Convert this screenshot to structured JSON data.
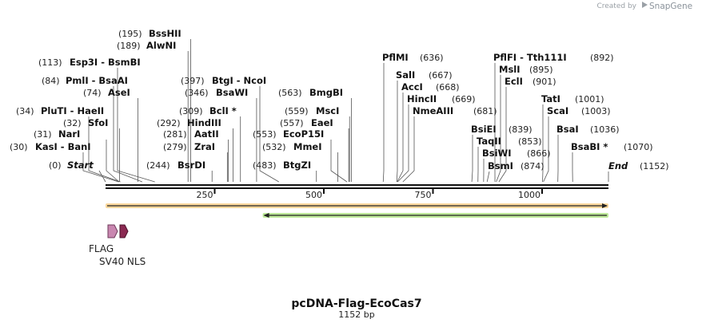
{
  "watermark": {
    "created_by": "Created by",
    "brand": "SnapGene"
  },
  "map": {
    "title": "pcDNA-Flag-EcoCas7",
    "subtitle": "1152 bp",
    "length": 1152,
    "ticks": [
      {
        "pos": 250,
        "label": "250"
      },
      {
        "pos": 500,
        "label": "500"
      },
      {
        "pos": 750,
        "label": "750"
      },
      {
        "pos": 1000,
        "label": "1000"
      }
    ],
    "sites": [
      {
        "id": "start",
        "side": "left",
        "num": "(0)",
        "name": "Start",
        "italic": true,
        "pos": 0
      },
      {
        "id": "kasi",
        "side": "left",
        "num": "(30)",
        "name": "KasI  - BanI",
        "pos": 30
      },
      {
        "id": "nari",
        "side": "left",
        "num": "(31)",
        "name": "NarI",
        "pos": 31
      },
      {
        "id": "sfoi",
        "side": "left",
        "num": "(32)",
        "name": "SfoI",
        "pos": 32
      },
      {
        "id": "plutI",
        "side": "left",
        "num": "(34)",
        "name": "PluTI  - HaeII",
        "pos": 34
      },
      {
        "id": "asei",
        "side": "left",
        "num": "(74)",
        "name": "AseI",
        "pos": 74
      },
      {
        "id": "pmli",
        "side": "left",
        "num": "(84)",
        "name": "PmlI  - BsaAI",
        "pos": 84
      },
      {
        "id": "esp3i",
        "side": "left",
        "num": "(113)",
        "name": "Esp3I  - BsmBI",
        "pos": 113
      },
      {
        "id": "alwni",
        "side": "left",
        "num": "(189)",
        "name": "AlwNI",
        "pos": 189
      },
      {
        "id": "bsshii",
        "side": "left",
        "num": "(195)",
        "name": "BssHII",
        "pos": 195
      },
      {
        "id": "bsrdi",
        "side": "left",
        "num": "(244)",
        "name": "BsrDI",
        "pos": 244
      },
      {
        "id": "zrai",
        "side": "left",
        "num": "(279)",
        "name": "ZraI",
        "pos": 279
      },
      {
        "id": "aatii",
        "side": "left",
        "num": "(281)",
        "name": "AatII",
        "pos": 281
      },
      {
        "id": "hindiii",
        "side": "left",
        "num": "(292)",
        "name": "HindIII",
        "pos": 292
      },
      {
        "id": "bcli",
        "side": "left",
        "num": "(309)",
        "name": "BclI *",
        "pos": 309
      },
      {
        "id": "bsawi",
        "side": "left",
        "num": "(346)",
        "name": "BsaWI",
        "pos": 346
      },
      {
        "id": "btgi",
        "side": "left",
        "num": "(397)",
        "name": "BtgI  - NcoI",
        "pos": 397
      },
      {
        "id": "btgzi",
        "side": "left",
        "num": "(483)",
        "name": "BtgZI",
        "pos": 483
      },
      {
        "id": "mmei",
        "side": "left",
        "num": "(532)",
        "name": "MmeI",
        "pos": 532
      },
      {
        "id": "ecop15i",
        "side": "left",
        "num": "(553)",
        "name": "EcoP15I",
        "pos": 553
      },
      {
        "id": "eaei",
        "side": "left",
        "num": "(557)",
        "name": "EaeI",
        "pos": 557
      },
      {
        "id": "msci",
        "side": "left",
        "num": "(559)",
        "name": "MscI",
        "pos": 559
      },
      {
        "id": "bmgbi",
        "side": "left",
        "num": "(563)",
        "name": "BmgBI",
        "pos": 563
      },
      {
        "id": "pflmi",
        "side": "right",
        "num": "(636)",
        "name": "PflMI",
        "pos": 636
      },
      {
        "id": "sali",
        "side": "right",
        "num": "(667)",
        "name": "SalI",
        "pos": 667
      },
      {
        "id": "acci",
        "side": "right",
        "num": "(668)",
        "name": "AccI",
        "pos": 668
      },
      {
        "id": "hincii",
        "side": "right",
        "num": "(669)",
        "name": "HincII",
        "pos": 669
      },
      {
        "id": "nmeaiii",
        "side": "right",
        "num": "(681)",
        "name": "NmeAIII",
        "pos": 681
      },
      {
        "id": "bsiei",
        "side": "right",
        "num": "(839)",
        "name": "BsiEI",
        "pos": 839
      },
      {
        "id": "taqii",
        "side": "right",
        "num": "(853)",
        "name": "TaqII",
        "pos": 853
      },
      {
        "id": "bsiwi",
        "side": "right",
        "num": "(866)",
        "name": "BsiWI",
        "pos": 866
      },
      {
        "id": "bsmi",
        "side": "right",
        "num": "(874)",
        "name": "BsmI",
        "pos": 874
      },
      {
        "id": "pflfi",
        "side": "right",
        "num": "(892)",
        "name": "PflFI  - Tth111I",
        "pos": 892
      },
      {
        "id": "msli",
        "side": "right",
        "num": "(895)",
        "name": "MslI",
        "pos": 895
      },
      {
        "id": "ecli",
        "side": "right",
        "num": "(901)",
        "name": "EclI",
        "pos": 901
      },
      {
        "id": "tati",
        "side": "right",
        "num": "(1001)",
        "name": "TatI",
        "pos": 1001
      },
      {
        "id": "scai",
        "side": "right",
        "num": "(1003)",
        "name": "ScaI",
        "pos": 1003
      },
      {
        "id": "bsai",
        "side": "right",
        "num": "(1036)",
        "name": "BsaI",
        "pos": 1036
      },
      {
        "id": "bsabi",
        "side": "right",
        "num": "(1070)",
        "name": "BsaBI *",
        "pos": 1070
      },
      {
        "id": "end",
        "side": "right",
        "num": "(1152)",
        "name": "End",
        "italic": true,
        "pos": 1152
      }
    ],
    "orfs": [
      {
        "id": "orf-forward",
        "start": 0,
        "end": 1152,
        "direction": "forward",
        "color": "#f5a623"
      },
      {
        "id": "orf-reverse",
        "start": 360,
        "end": 1152,
        "direction": "reverse",
        "color": "#6fcf1f"
      }
    ],
    "features": [
      {
        "id": "flag",
        "label": "FLAG",
        "color": "#c987b0"
      },
      {
        "id": "sv40-nls",
        "label": "SV40 NLS",
        "color": "#8b2a52"
      }
    ],
    "colors": {
      "backbone": "#111111",
      "line": "#333333"
    }
  }
}
